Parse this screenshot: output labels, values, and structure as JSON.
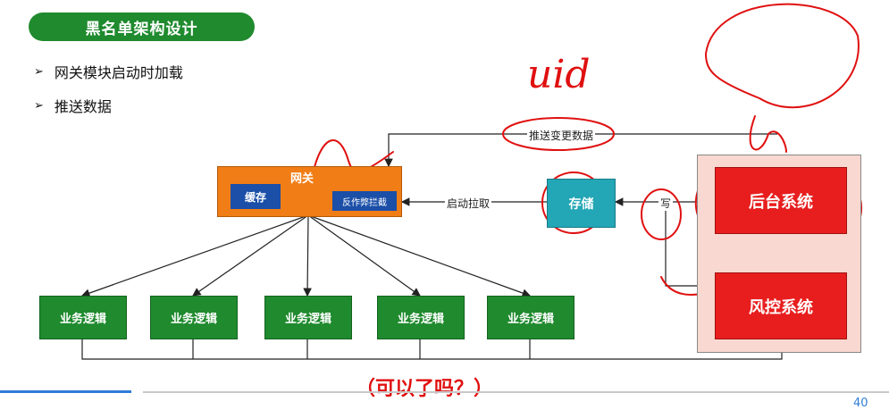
{
  "title": "黑名单架构设计",
  "bullets": [
    "网关模块启动时加载",
    "推送数据"
  ],
  "gateway": {
    "label": "网关",
    "cache": "缓存",
    "interceptor": "反作弊拦截"
  },
  "storage": "存储",
  "systems": {
    "backend": "后台系统",
    "risk": "风控系统"
  },
  "edges": {
    "push": "推送变更数据",
    "pull": "启动拉取",
    "write": "写"
  },
  "business_logic": [
    "业务逻辑",
    "业务逻辑",
    "业务逻辑",
    "业务逻辑",
    "业务逻辑"
  ],
  "annotations": {
    "handwritten": "uid",
    "question": "（可以了吗？）"
  },
  "page_number": "40",
  "colors": {
    "title_green": "#1f8a2e",
    "gateway_orange": "#f07d16",
    "inner_blue": "#1b4fa8",
    "storage_teal": "#23a6b5",
    "system_red": "#e81e1e",
    "annotation_red": "#e01010"
  }
}
